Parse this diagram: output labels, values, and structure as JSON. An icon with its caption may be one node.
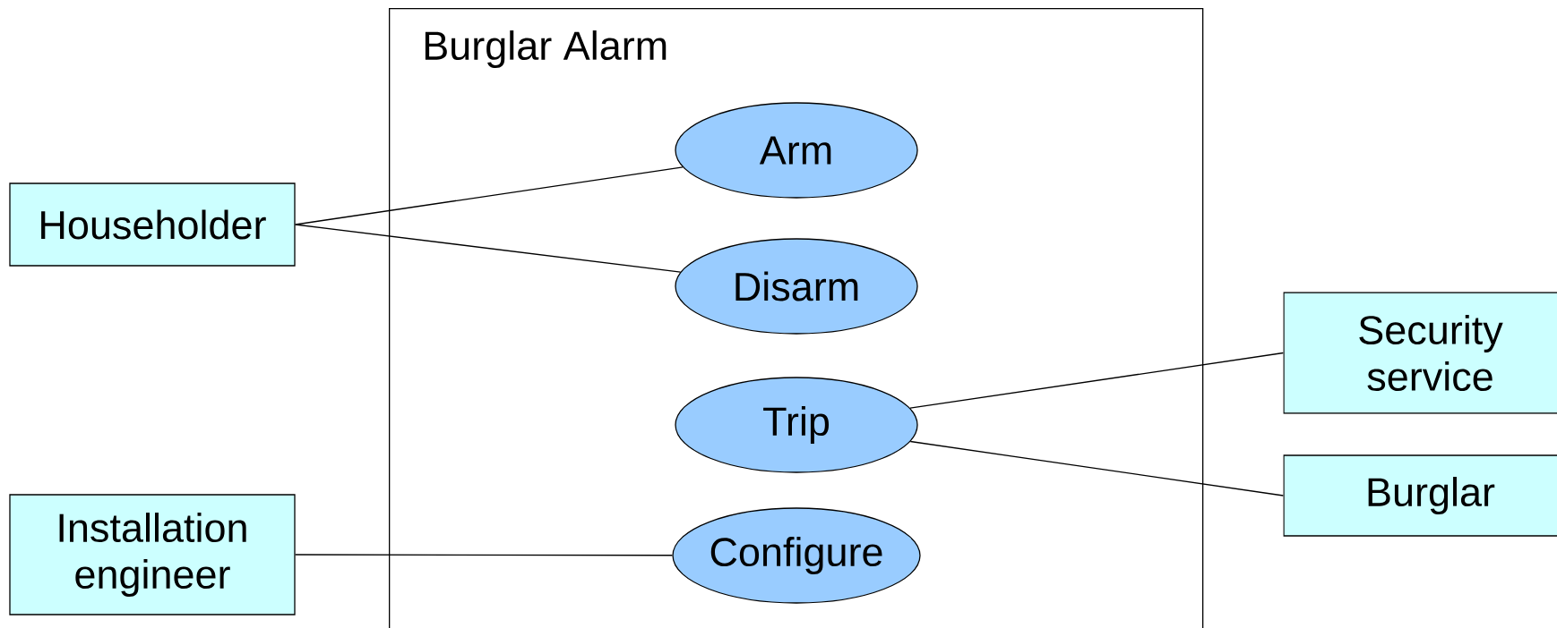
{
  "diagram": {
    "nodes": [
      {
        "text": [
          "Burglar Alarm"
        ]
      },
      {
        "text": [
          "Householder"
        ]
      },
      {
        "text": [
          "Arm"
        ],
        "in": 0
      },
      {
        "text": [
          "Disarm"
        ],
        "in": 0
      },
      {
        "text": [
          "Trip"
        ],
        "in": 0
      },
      {
        "text": [
          "Configure"
        ],
        "in": 0
      },
      {
        "text": [
          "Installation engineer"
        ]
      },
      {
        "text": [
          "Security service"
        ]
      },
      {
        "text": [
          "Burglar"
        ]
      }
    ],
    "edges": [
      {
        "from": 1,
        "to": 2,
        "arrow": "none"
      },
      {
        "from": 1,
        "to": 3,
        "arrow": "none"
      },
      {
        "from": 6,
        "to": 5,
        "arrow": "none"
      },
      {
        "from": 4,
        "to": 7,
        "arrow": "none"
      },
      {
        "from": 4,
        "to": 8,
        "arrow": "none"
      }
    ]
  }
}
